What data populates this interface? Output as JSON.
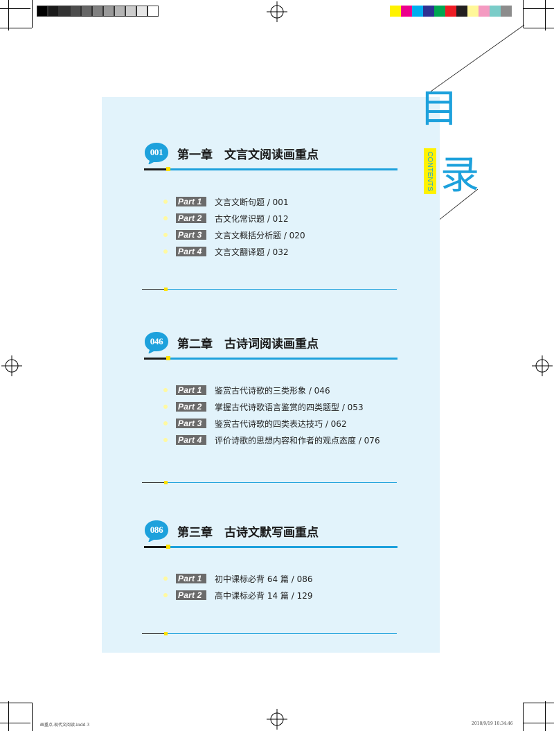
{
  "title": {
    "mu": "目",
    "lu": "录",
    "contents": "CONTENTS"
  },
  "chapters": [
    {
      "num": "001",
      "title": "第一章　文言文阅读画重点",
      "items": [
        {
          "part": "Part 1",
          "text": "文言文断句题 / 001"
        },
        {
          "part": "Part 2",
          "text": "古文化常识题 / 012"
        },
        {
          "part": "Part 3",
          "text": "文言文概括分析题 / 020"
        },
        {
          "part": "Part 4",
          "text": "文言文翻译题 / 032"
        }
      ]
    },
    {
      "num": "046",
      "title": "第二章　古诗词阅读画重点",
      "items": [
        {
          "part": "Part 1",
          "text": "鉴赏古代诗歌的三类形象 / 046"
        },
        {
          "part": "Part 2",
          "text": "掌握古代诗歌语言鉴赏的四类题型 / 053"
        },
        {
          "part": "Part 3",
          "text": "鉴赏古代诗歌的四类表达技巧 / 062"
        },
        {
          "part": "Part 4",
          "text": "评价诗歌的思想内容和作者的观点态度 / 076"
        }
      ]
    },
    {
      "num": "086",
      "title": "第三章　古诗文默写画重点",
      "items": [
        {
          "part": "Part 1",
          "text": "初中课标必背 64 篇 / 086"
        },
        {
          "part": "Part 2",
          "text": "高中课标必背 14 篇 / 129"
        }
      ]
    }
  ],
  "footer": {
    "left": "画重点-现代文阅读.indd 3",
    "right": "2018/9/19 10:34:46"
  },
  "colors": {
    "accent": "#1da1dc",
    "panel": "#e2f3fb",
    "highlight": "#ffe200",
    "part_tag": "#6b6b6b",
    "gray_strip": [
      "#000000",
      "#1a1a1a",
      "#333333",
      "#4d4d4d",
      "#666666",
      "#808080",
      "#999999",
      "#b3b3b3",
      "#cccccc",
      "#e6e6e6",
      "#ffffff"
    ],
    "color_strip": [
      "#fff200",
      "#ec008c",
      "#00aeef",
      "#2e3192",
      "#00a651",
      "#ed1c24",
      "#231f20",
      "#fff799",
      "#f49ac1",
      "#7accc8",
      "#8c8c8c"
    ]
  }
}
